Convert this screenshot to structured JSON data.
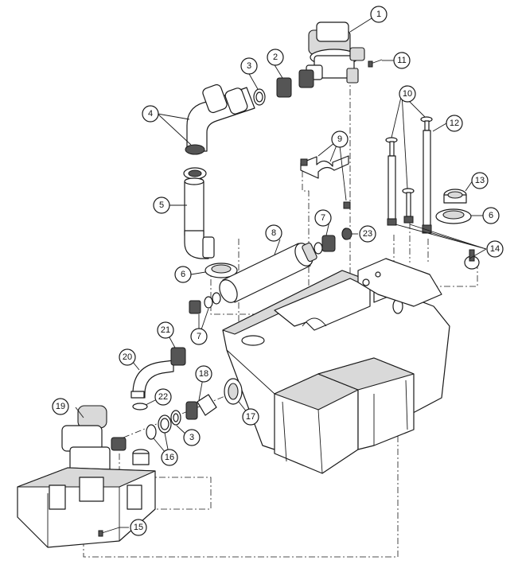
{
  "callouts": [
    {
      "id": "1",
      "label": "1"
    },
    {
      "id": "2",
      "label": "2"
    },
    {
      "id": "3a",
      "label": "3"
    },
    {
      "id": "4",
      "label": "4"
    },
    {
      "id": "5",
      "label": "5"
    },
    {
      "id": "6a",
      "label": "6"
    },
    {
      "id": "6b",
      "label": "6"
    },
    {
      "id": "7a",
      "label": "7"
    },
    {
      "id": "7b",
      "label": "7"
    },
    {
      "id": "8",
      "label": "8"
    },
    {
      "id": "9",
      "label": "9"
    },
    {
      "id": "10",
      "label": "10"
    },
    {
      "id": "11",
      "label": "11"
    },
    {
      "id": "12",
      "label": "12"
    },
    {
      "id": "13",
      "label": "13"
    },
    {
      "id": "14",
      "label": "14"
    },
    {
      "id": "15",
      "label": "15"
    },
    {
      "id": "16",
      "label": "16"
    },
    {
      "id": "17",
      "label": "17"
    },
    {
      "id": "18",
      "label": "18"
    },
    {
      "id": "19",
      "label": "19"
    },
    {
      "id": "20",
      "label": "20"
    },
    {
      "id": "21",
      "label": "21"
    },
    {
      "id": "22",
      "label": "22"
    },
    {
      "id": "23",
      "label": "23"
    },
    {
      "id": "3b",
      "label": "3"
    }
  ]
}
